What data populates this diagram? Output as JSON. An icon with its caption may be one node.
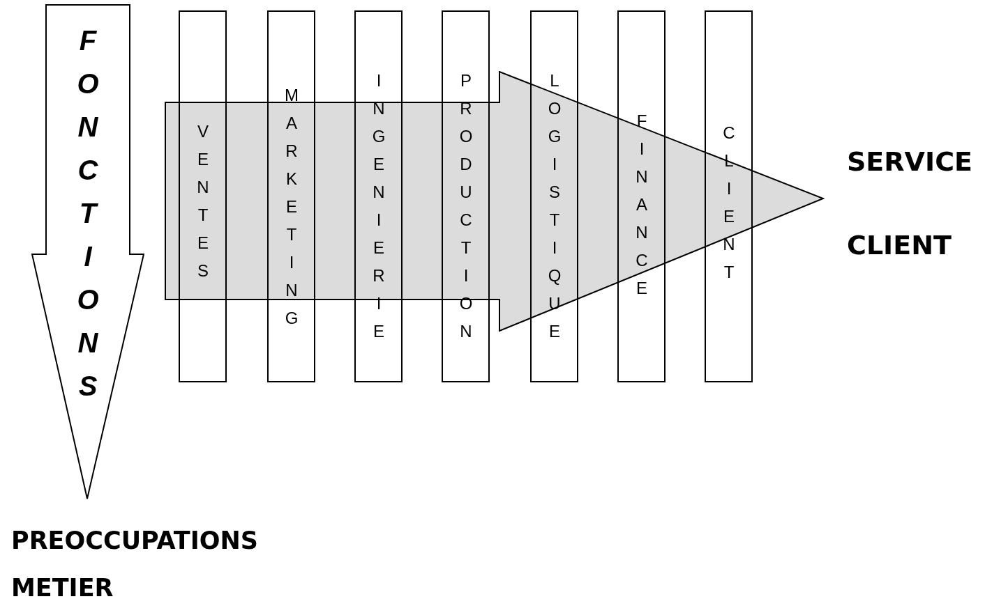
{
  "diagram": {
    "nodes": [
      {
        "text": [
          "FONCTIONS"
        ]
      },
      {
        "text": [
          "VENTES"
        ]
      },
      {
        "text": [
          "MARKETING"
        ]
      },
      {
        "text": [
          "INGENIERIE"
        ]
      },
      {
        "text": [
          "PRODUCTION"
        ]
      },
      {
        "text": [
          "LOGISTIQUE"
        ]
      },
      {
        "text": [
          "FINANCE"
        ]
      },
      {
        "text": [
          "CLIENT"
        ]
      }
    ],
    "labels": [
      "SERVICE CLIENT",
      "PREOCCUPATIONS METIER"
    ]
  }
}
